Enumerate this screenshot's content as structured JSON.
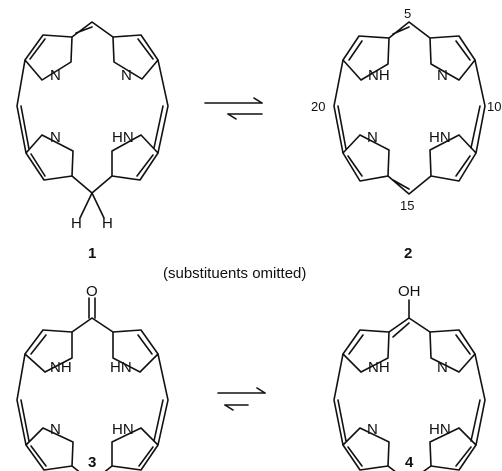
{
  "caption": "(substituents omitted)",
  "molecules": [
    {
      "number": "1",
      "atoms": [
        "N",
        "N",
        "N",
        "HN",
        "H",
        "H"
      ]
    },
    {
      "number": "2",
      "atoms": [
        "NH",
        "N",
        "N",
        "HN"
      ],
      "positions": [
        "5",
        "10",
        "15",
        "20"
      ]
    },
    {
      "number": "3",
      "atoms": [
        "O",
        "NH",
        "HN",
        "N",
        "HN"
      ]
    },
    {
      "number": "4",
      "atoms": [
        "OH",
        "NH",
        "N",
        "N",
        "HN"
      ]
    }
  ]
}
